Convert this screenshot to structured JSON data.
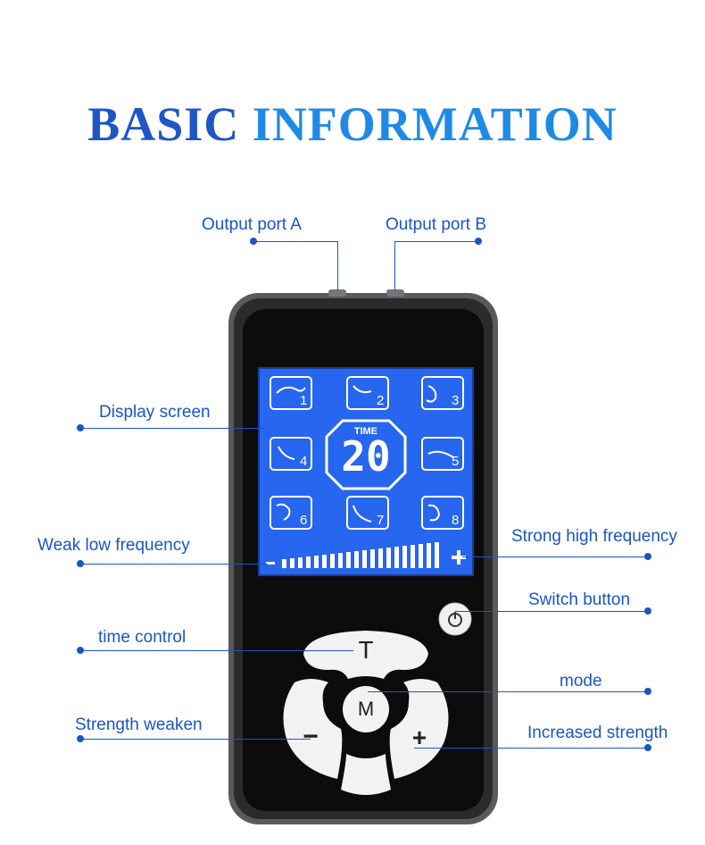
{
  "title": {
    "word1": "BASIC",
    "word2": "INFORMATION"
  },
  "labels": {
    "output_a": "Output port A",
    "output_b": "Output port B",
    "display": "Display screen",
    "weak": "Weak low frequency",
    "strong": "Strong high frequency",
    "switch": "Switch button",
    "time_control": "time control",
    "mode": "mode",
    "weaken": "Strength weaken",
    "increase": "Increased strength"
  },
  "screen": {
    "time_label": "TIME",
    "time_value": "20",
    "mode_numbers": [
      "1",
      "2",
      "3",
      "4",
      "5",
      "6",
      "7",
      "8"
    ],
    "intensity_minus": "-",
    "intensity_plus": "+"
  },
  "buttons": {
    "t": "T",
    "m": "M",
    "minus": "−",
    "plus": "+"
  },
  "colors": {
    "accent": "#1a56c4",
    "screen": "#2460e8",
    "body": "#111111"
  }
}
